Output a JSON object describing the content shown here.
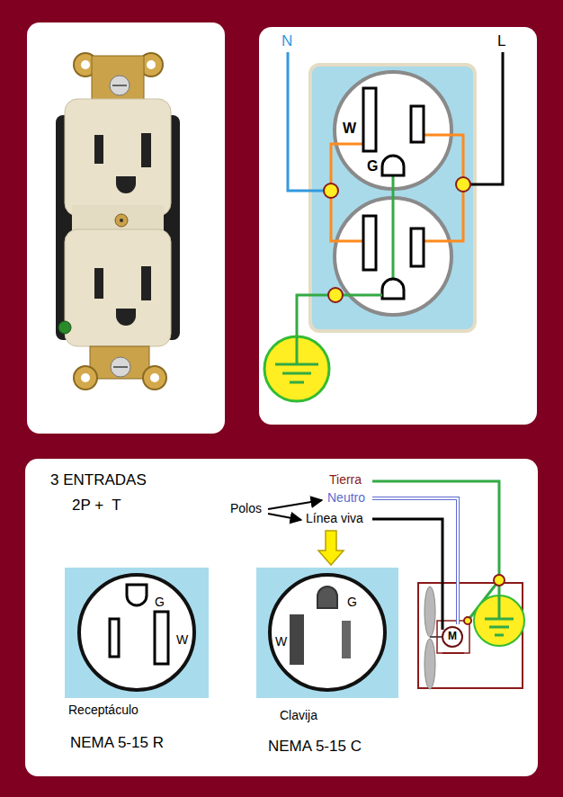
{
  "diagram": {
    "nodes": [
      {
        "text": [
          "W",
          "G"
        ]
      },
      {
        "text": [
          "G",
          "W"
        ]
      },
      {
        "text": [
          "W",
          "G"
        ]
      },
      {
        "text": [
          "M"
        ]
      }
    ],
    "labels": [
      "N",
      "L",
      "3 ENTRADAS",
      "2P +  T",
      "Tierra",
      "Neutro",
      "Polos",
      "Línea viva",
      "Receptáculo",
      "NEMA 5-15 R",
      "Clavija",
      "NEMA 5-15 C"
    ]
  }
}
